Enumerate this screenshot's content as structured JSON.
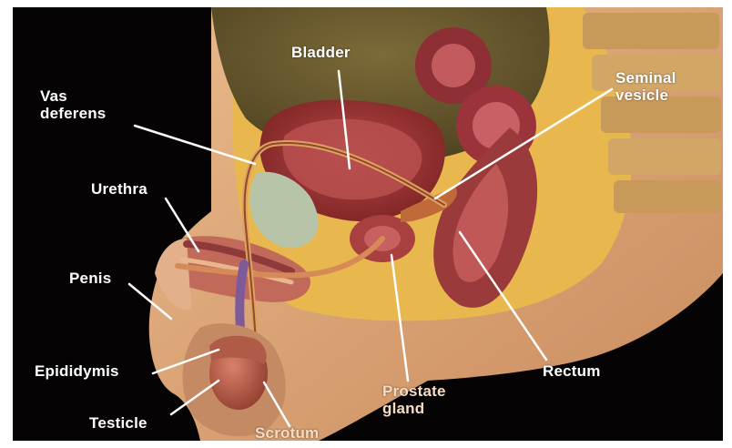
{
  "labels": {
    "bladder": "Bladder",
    "vas_deferens": "Vas\ndeferens",
    "seminal_vesicle": "Seminal\nvesicle",
    "urethra": "Urethra",
    "penis": "Penis",
    "epididymis": "Epididymis",
    "testicle": "Testicle",
    "rectum": "Rectum",
    "prostate_gland": "Prostate\ngland",
    "scrotum": "Scrotum"
  },
  "colors": {
    "background": "#050303",
    "skin": "#e0a978",
    "fat_layer": "#e8b84e",
    "muscle": "#a83a3a",
    "lumen": "#6e5a2e",
    "label_text": "#ffffff",
    "label_text_alt": "#f6dcc4"
  }
}
